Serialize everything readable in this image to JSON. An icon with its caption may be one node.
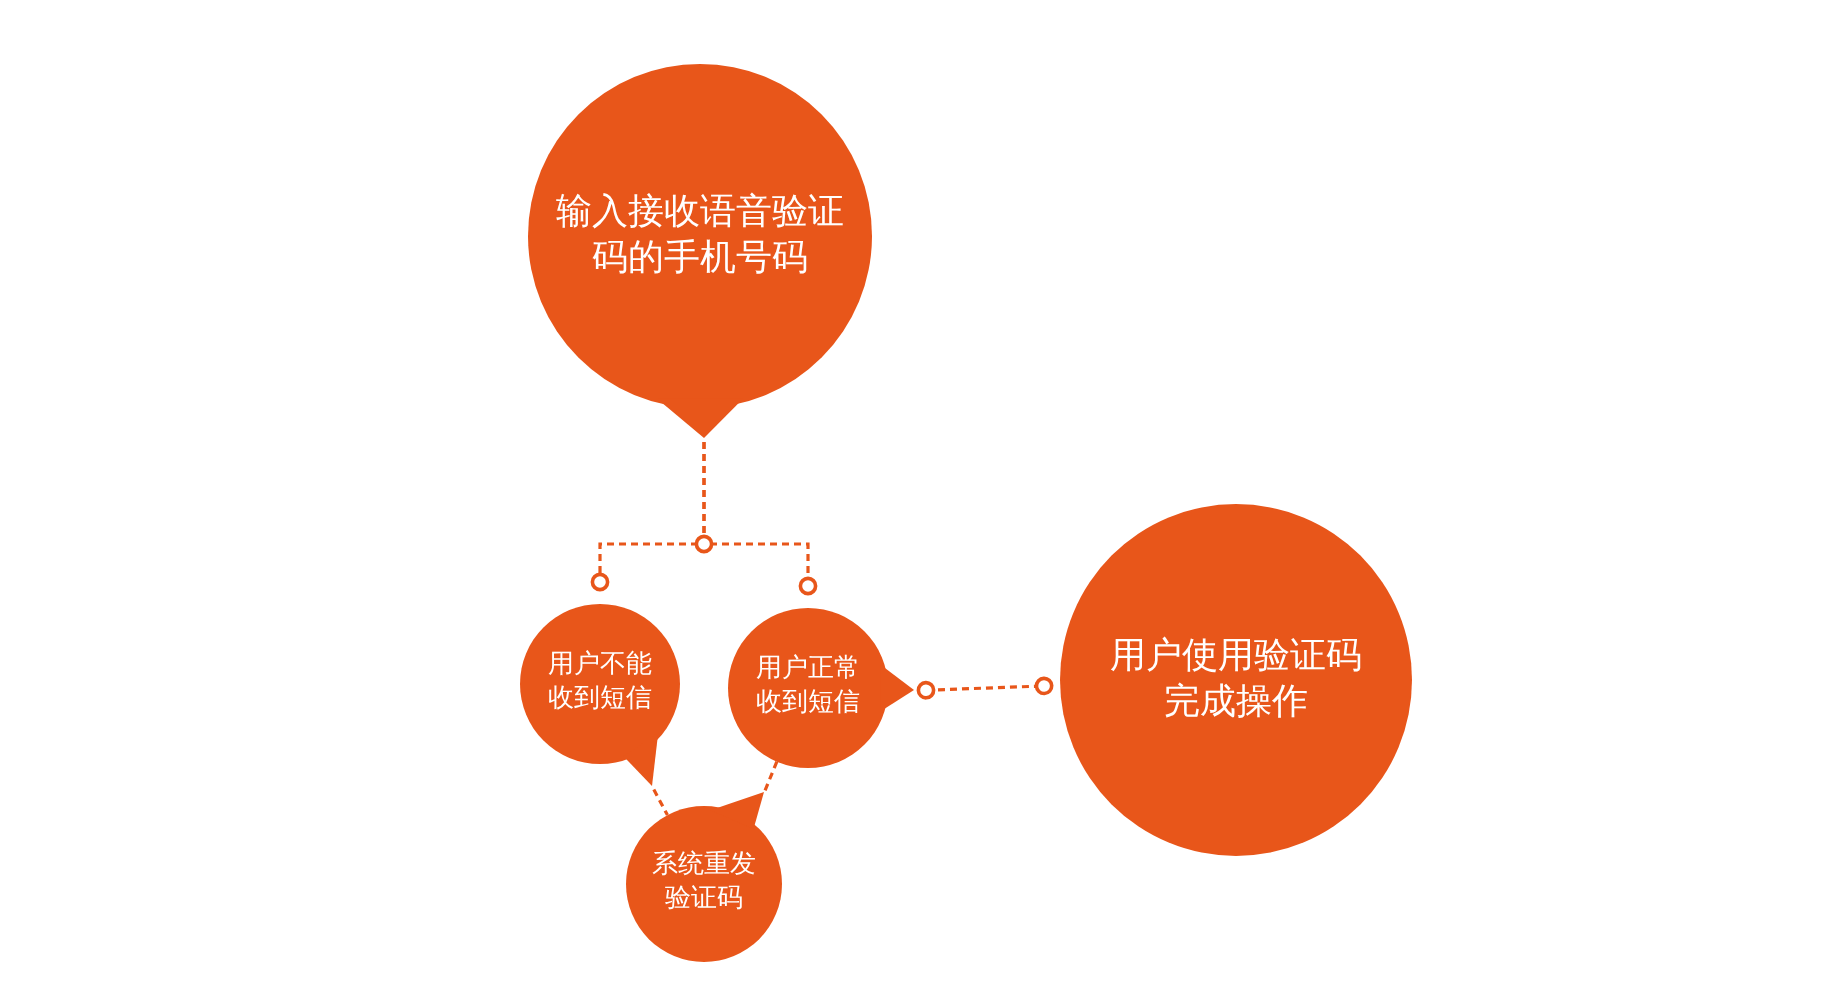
{
  "diagram": {
    "nodes": [
      {
        "text": [
          "输入接收语音验证码的手机号码"
        ]
      },
      {
        "text": [
          "用户不能收到短信"
        ]
      },
      {
        "text": [
          "用户正常收到短信"
        ]
      },
      {
        "text": [
          "系统重发验证码"
        ]
      },
      {
        "text": [
          "用户使用验证码完成操作"
        ]
      }
    ],
    "edges": [
      {
        "from": 0,
        "to": 1,
        "arrow": "other",
        "style": "dashed"
      },
      {
        "from": 0,
        "to": 2,
        "arrow": "other",
        "style": "dashed"
      },
      {
        "from": 1,
        "to": 3,
        "arrow": "none",
        "style": "dashed"
      },
      {
        "from": 2,
        "to": 3,
        "arrow": "none",
        "style": "dashed"
      },
      {
        "from": 2,
        "to": 4,
        "arrow": "other",
        "style": "dashed"
      }
    ]
  }
}
